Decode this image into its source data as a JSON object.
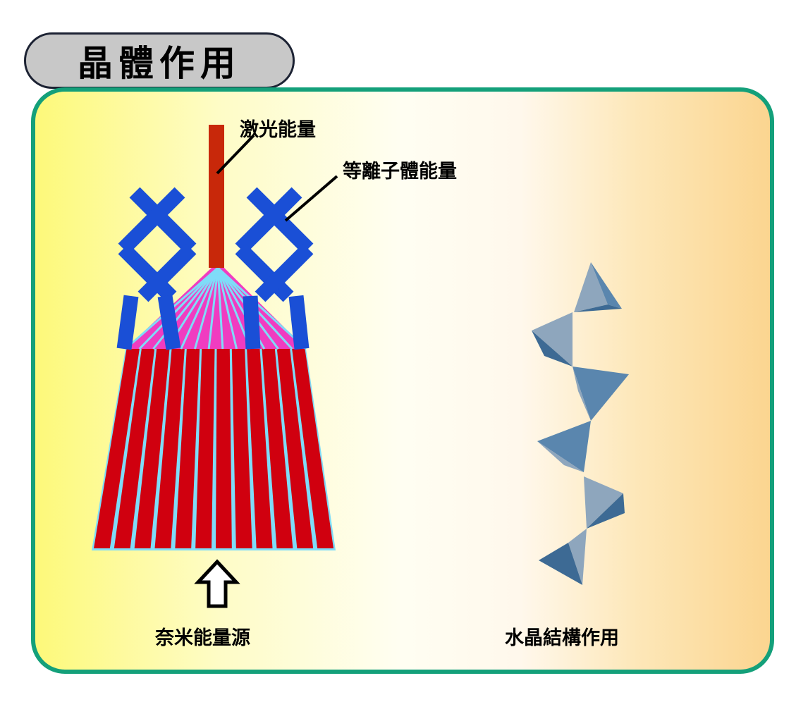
{
  "title": "晶體作用",
  "labels": {
    "laser_energy": "激光能量",
    "plasma_energy": "等離子體能量",
    "nano_energy_source": "奈米能量源",
    "crystal_structure_effect": "水晶結構作用"
  },
  "colors": {
    "panel_border": "#14a07a",
    "laser_rod": "#c8280a",
    "plasma_x": "#1a4fd6",
    "fan_fill": "#f03cc0",
    "fan_lines": "#7fdcf8",
    "broom_red": "#d0000f",
    "crystal_blue": "#5a86ae"
  }
}
